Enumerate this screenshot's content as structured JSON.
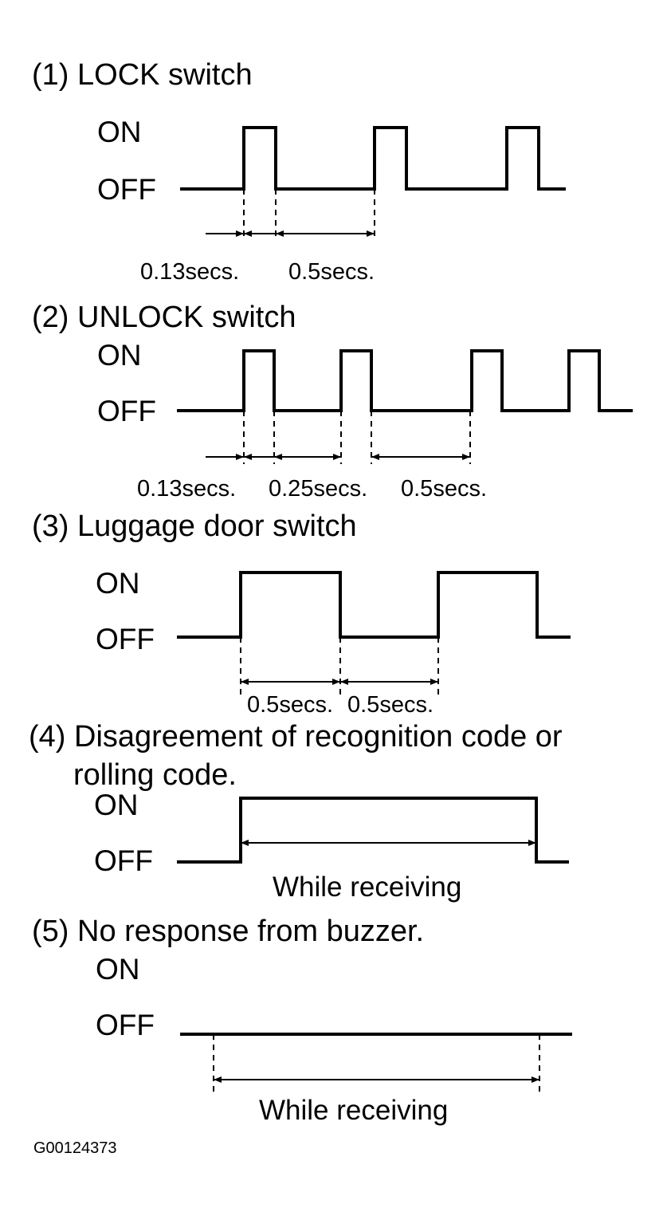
{
  "figure_code": "G00124373",
  "level_labels": {
    "on": "ON",
    "off": "OFF"
  },
  "sections": [
    {
      "title": "(1) LOCK switch",
      "durations": [
        "0.13secs.",
        "0.5secs."
      ]
    },
    {
      "title": "(2) UNLOCK switch",
      "durations": [
        "0.13secs.",
        "0.25secs.",
        "0.5secs."
      ]
    },
    {
      "title": "(3) Luggage door switch",
      "durations": [
        "0.5secs.",
        "0.5secs."
      ]
    },
    {
      "title_lines": [
        "(4) Disagreement of recognition code or",
        "rolling code."
      ],
      "span_label": "While receiving"
    },
    {
      "title": "(5) No response from buzzer.",
      "span_label": "While receiving"
    }
  ]
}
